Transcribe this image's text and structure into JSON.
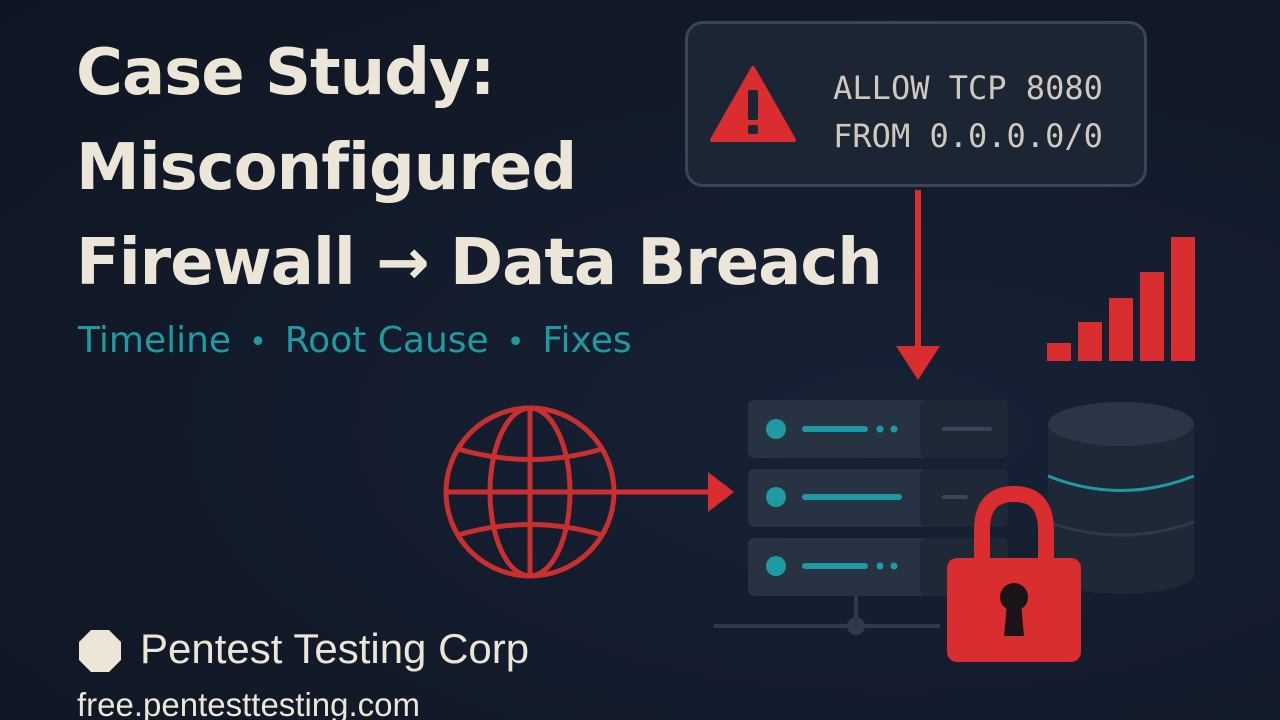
{
  "title": {
    "line1": "Case Study:",
    "line2": "Misconfigured",
    "line3": "Firewall → Data Breach"
  },
  "subtitle": {
    "items": [
      "Timeline",
      "Root Cause",
      "Fixes"
    ],
    "separator": "•"
  },
  "alert": {
    "line1": "ALLOW TCP 8080",
    "line2": "FROM 0.0.0.0/0",
    "icon": "warning-triangle-icon"
  },
  "footer": {
    "brand_name": "Pentest Testing Corp",
    "url": "free.pentesttesting.com",
    "brand_icon": "octagon-logo-icon"
  },
  "colors": {
    "background": "#131c2b",
    "text_light": "#ece6d8",
    "accent_teal": "#1f9aa3",
    "alert_red": "#d92d2f",
    "panel": "#1c2533"
  }
}
